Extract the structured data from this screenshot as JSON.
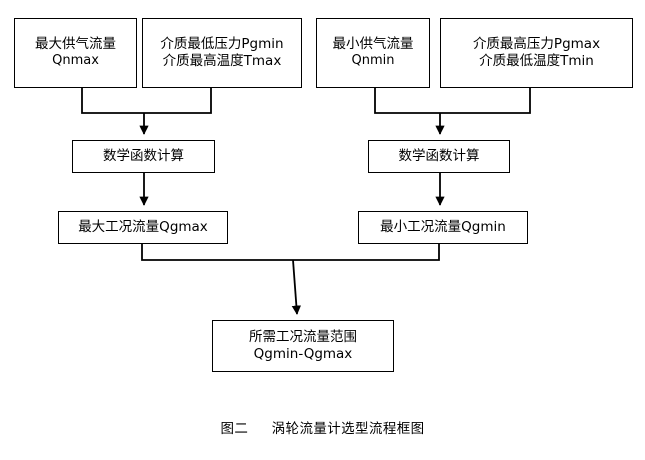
{
  "figure": {
    "caption_label": "图二",
    "caption_title": "涡轮流量计选型流程框图",
    "type": "flowchart",
    "line_color": "#000000",
    "background_color": "#ffffff"
  },
  "nodes": {
    "qnmax": {
      "line1": "最大供气流量",
      "line2": "Qnmax"
    },
    "pgmin": {
      "line1": "介质最低压力Pgmin",
      "line2": "介质最高温度Tmax"
    },
    "qnmin": {
      "line1": "最小供气流量",
      "line2": "Qnmin"
    },
    "pgmax": {
      "line1": "介质最高压力Pgmax",
      "line2": "介质最低温度Tmin"
    },
    "calc_left": {
      "line1": "数学函数计算"
    },
    "calc_right": {
      "line1": "数学函数计算"
    },
    "qgmax": {
      "line1": "最大工况流量Qgmax"
    },
    "qgmin": {
      "line1": "最小工况流量Qgmin"
    },
    "range": {
      "line1": "所需工况流量范围",
      "line2": "Qgmin-Qgmax"
    }
  },
  "edges": [
    {
      "from": "qnmax",
      "to": "calc_left",
      "style": "elbow-merge"
    },
    {
      "from": "pgmin",
      "to": "calc_left",
      "style": "elbow-merge"
    },
    {
      "from": "qnmin",
      "to": "calc_right",
      "style": "elbow-merge"
    },
    {
      "from": "pgmax",
      "to": "calc_right",
      "style": "elbow-merge"
    },
    {
      "from": "calc_left",
      "to": "qgmax",
      "style": "straight-arrow"
    },
    {
      "from": "calc_right",
      "to": "qgmin",
      "style": "straight-arrow"
    },
    {
      "from": "qgmax",
      "to": "range",
      "style": "elbow-merge"
    },
    {
      "from": "qgmin",
      "to": "range",
      "style": "elbow-merge"
    }
  ]
}
